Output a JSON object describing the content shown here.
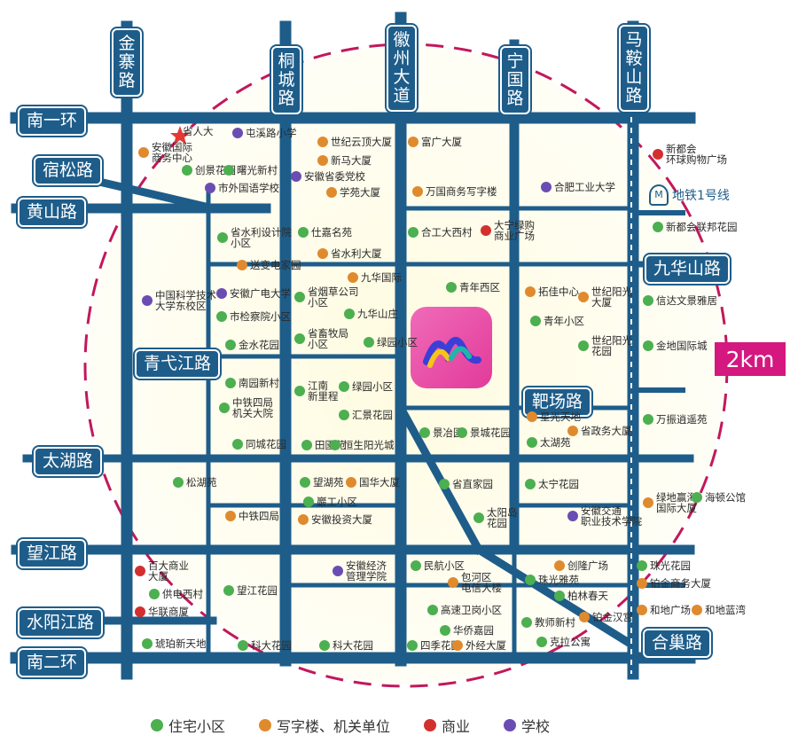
{
  "colors": {
    "road": "#1e5d8a",
    "circle": "#c2185b",
    "residential": "#4caf50",
    "office": "#e08a2e",
    "commercial": "#d32f2f",
    "school": "#6a4db3",
    "landmark": "#e53935"
  },
  "roads_horizontal": [
    "南一环",
    "宿松路",
    "黄山路",
    "青弋江路",
    "太湖路",
    "望江路",
    "水阳江路",
    "南二环",
    "九华山路",
    "靶场路",
    "合巢路"
  ],
  "roads_vertical": [
    "金寨路",
    "桐城路",
    "徽州大道",
    "宁国路",
    "马鞍山路"
  ],
  "scale_badge": "2km",
  "metro": {
    "icon": "metro-icon",
    "label": "地铁1号线"
  },
  "landmark": {
    "icon": "star-icon",
    "label": "省人大"
  },
  "pois": [
    {
      "type": "school",
      "label": "屯溪路小学"
    },
    {
      "type": "office",
      "label": "安徽国际\n商务中心"
    },
    {
      "type": "residential",
      "label": "创景花园"
    },
    {
      "type": "residential",
      "label": "曙光新村"
    },
    {
      "type": "school",
      "label": "市外国语学校"
    },
    {
      "type": "office",
      "label": "世纪云顶大厦"
    },
    {
      "type": "office",
      "label": "新马大厦"
    },
    {
      "type": "school",
      "label": "安徽省委党校"
    },
    {
      "type": "office",
      "label": "学苑大厦"
    },
    {
      "type": "office",
      "label": "富广大厦"
    },
    {
      "type": "office",
      "label": "万国商务写字楼"
    },
    {
      "type": "school",
      "label": "合肥工业大学"
    },
    {
      "type": "commercial",
      "label": "新都会\n环球购物广场"
    },
    {
      "type": "residential",
      "label": "省水利设计院\n小区"
    },
    {
      "type": "office",
      "label": "送变电家园"
    },
    {
      "type": "residential",
      "label": "仕嘉名苑"
    },
    {
      "type": "office",
      "label": "省水利大厦"
    },
    {
      "type": "residential",
      "label": "合工大西村"
    },
    {
      "type": "commercial",
      "label": "大宁绿购\n商业广场"
    },
    {
      "type": "residential",
      "label": "新都会联邦花园"
    },
    {
      "type": "school",
      "label": "中国科学技术\n大学东校区"
    },
    {
      "type": "school",
      "label": "安徽广电大学"
    },
    {
      "type": "residential",
      "label": "市检察院小区"
    },
    {
      "type": "residential",
      "label": "金水花园"
    },
    {
      "type": "office",
      "label": "九华国际"
    },
    {
      "type": "residential",
      "label": "省烟草公司\n小区"
    },
    {
      "type": "residential",
      "label": "九华山庄"
    },
    {
      "type": "residential",
      "label": "省畜牧局\n小区"
    },
    {
      "type": "residential",
      "label": "绿园小区"
    },
    {
      "type": "residential",
      "label": "青年西区"
    },
    {
      "type": "office",
      "label": "拓佳中心"
    },
    {
      "type": "office",
      "label": "世纪阳光\n大厦"
    },
    {
      "type": "residential",
      "label": "信达文景雅居"
    },
    {
      "type": "residential",
      "label": "青年小区"
    },
    {
      "type": "residential",
      "label": "世纪阳光\n花园"
    },
    {
      "type": "residential",
      "label": "金地国际城"
    },
    {
      "type": "residential",
      "label": "南园新村"
    },
    {
      "type": "residential",
      "label": "中铁四局\n机关大院"
    },
    {
      "type": "residential",
      "label": "同城花园"
    },
    {
      "type": "residential",
      "label": "江南\n新里程"
    },
    {
      "type": "residential",
      "label": "绿园小区"
    },
    {
      "type": "residential",
      "label": "汇景花园"
    },
    {
      "type": "residential",
      "label": "田園苑"
    },
    {
      "type": "residential",
      "label": "恒生阳光城"
    },
    {
      "type": "residential",
      "label": "景冶园"
    },
    {
      "type": "residential",
      "label": "景城花园"
    },
    {
      "type": "office",
      "label": "星光天地"
    },
    {
      "type": "office",
      "label": "省政务大厦"
    },
    {
      "type": "residential",
      "label": "太湖苑"
    },
    {
      "type": "residential",
      "label": "万振逍遥苑"
    },
    {
      "type": "residential",
      "label": "松湖苑"
    },
    {
      "type": "office",
      "label": "中铁四局"
    },
    {
      "type": "residential",
      "label": "望湖苑"
    },
    {
      "type": "office",
      "label": "国华大厦"
    },
    {
      "type": "residential",
      "label": "巖工小区"
    },
    {
      "type": "office",
      "label": "安徽投资大厦"
    },
    {
      "type": "residential",
      "label": "省直家园"
    },
    {
      "type": "residential",
      "label": "太阳岛\n花园"
    },
    {
      "type": "residential",
      "label": "太宁花园"
    },
    {
      "type": "school",
      "label": "安徽交通\n职业技术学院"
    },
    {
      "type": "office",
      "label": "绿地赢海\n国际大厦"
    },
    {
      "type": "residential",
      "label": "海顿公馆"
    },
    {
      "type": "commercial",
      "label": "百大商业\n大厦"
    },
    {
      "type": "residential",
      "label": "供电西村"
    },
    {
      "type": "commercial",
      "label": "华联商厦"
    },
    {
      "type": "residential",
      "label": "望江花园"
    },
    {
      "type": "school",
      "label": "安徽经济\n管理学院"
    },
    {
      "type": "residential",
      "label": "民航小区"
    },
    {
      "type": "office",
      "label": "包河区\n电信大楼"
    },
    {
      "type": "residential",
      "label": "高速卫岗小区"
    },
    {
      "type": "residential",
      "label": "珠光雅苑"
    },
    {
      "type": "office",
      "label": "创隆广场"
    },
    {
      "type": "residential",
      "label": "柏林春天"
    },
    {
      "type": "residential",
      "label": "珠光花园"
    },
    {
      "type": "office",
      "label": "铂金商务大厦"
    },
    {
      "type": "office",
      "label": "铂金汉宫"
    },
    {
      "type": "office",
      "label": "和地广场"
    },
    {
      "type": "office",
      "label": "和地蓝湾"
    },
    {
      "type": "residential",
      "label": "琥珀新天地"
    },
    {
      "type": "residential",
      "label": "科大花园"
    },
    {
      "type": "residential",
      "label": "科大花园"
    },
    {
      "type": "residential",
      "label": "四季花园"
    },
    {
      "type": "residential",
      "label": "华侨嘉园"
    },
    {
      "type": "office",
      "label": "外经大厦"
    },
    {
      "type": "residential",
      "label": "教师新村"
    },
    {
      "type": "residential",
      "label": "克拉公寓"
    }
  ],
  "legend": [
    {
      "type": "residential",
      "label": "住宅小区"
    },
    {
      "type": "office",
      "label": "写字楼、机关单位"
    },
    {
      "type": "commercial",
      "label": "商业"
    },
    {
      "type": "school",
      "label": "学校"
    }
  ]
}
